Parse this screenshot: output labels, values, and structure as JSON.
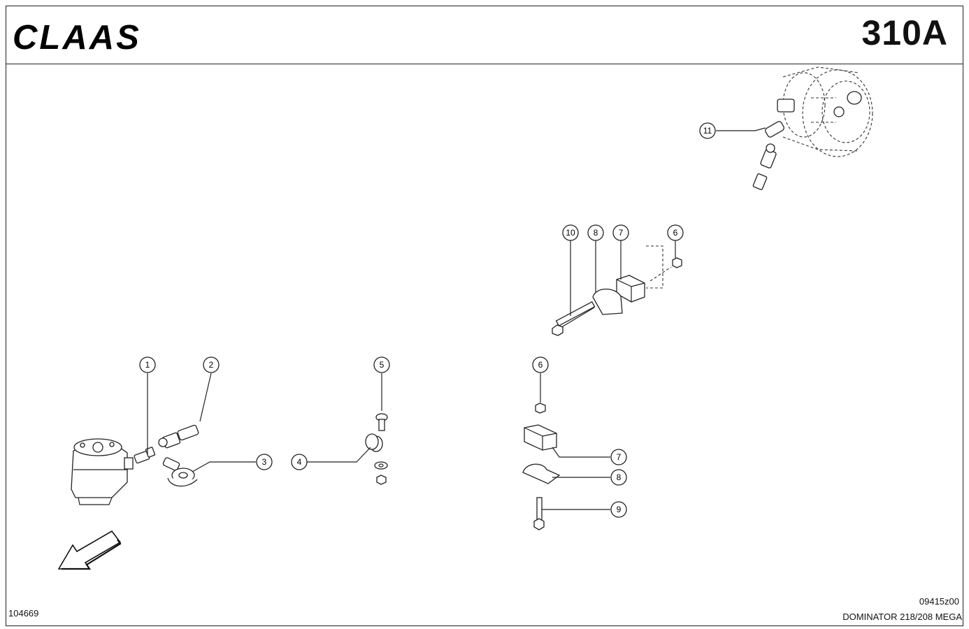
{
  "header": {
    "logo_text": "CLAAS",
    "page_code": "310A"
  },
  "footer": {
    "drawing_ref_left": "104669",
    "drawing_ref_right": "09415z00",
    "model": "DOMINATOR 218/208 MEGA"
  },
  "callouts": {
    "c1": "1",
    "c2": "2",
    "c3": "3",
    "c4": "4",
    "c5": "5",
    "c6a": "6",
    "c6b": "6",
    "c7a": "7",
    "c7b": "7",
    "c8a": "8",
    "c8b": "8",
    "c9": "9",
    "c10": "10",
    "c11": "11"
  },
  "icons": {
    "direction_arrow": "arrow-down-left-icon"
  }
}
